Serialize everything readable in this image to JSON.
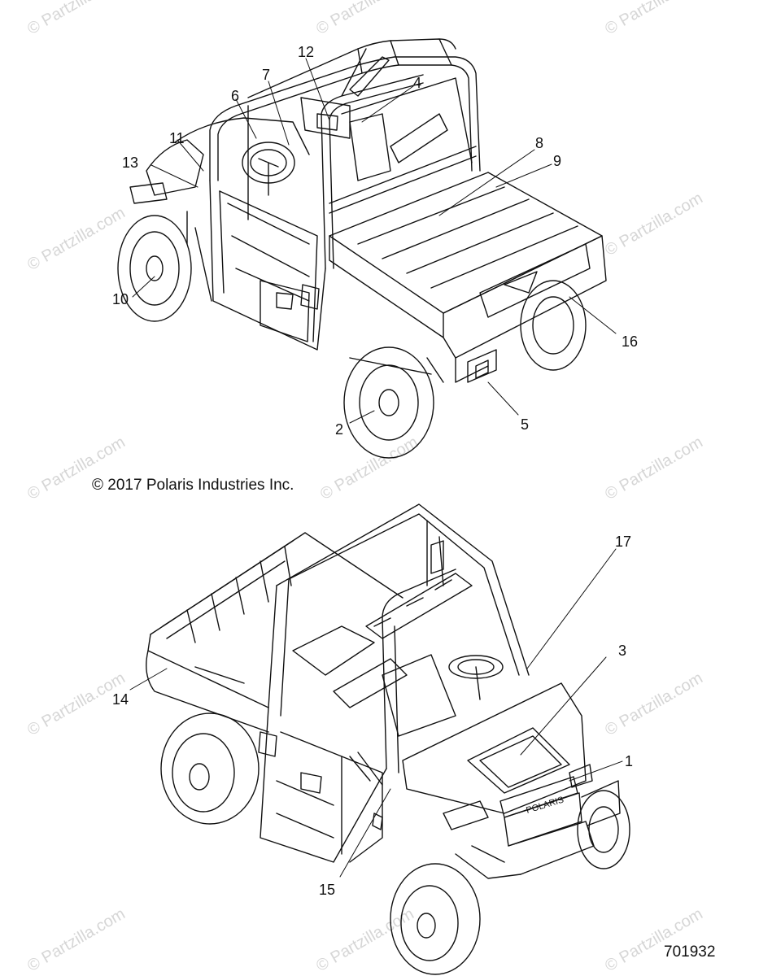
{
  "watermark": "© Partzilla.com",
  "copyright": "© 2017 Polaris Industries Inc.",
  "document_number": "701932",
  "callouts_top": [
    "12",
    "7",
    "4",
    "6",
    "11",
    "8",
    "9",
    "13",
    "10",
    "16",
    "2",
    "5"
  ],
  "callouts_bottom": [
    "17",
    "3",
    "14",
    "1",
    "15"
  ],
  "grille_text": "POLARIS",
  "colors": {
    "line": "#111111",
    "watermark": "#d6d6d6",
    "background": "#ffffff"
  }
}
